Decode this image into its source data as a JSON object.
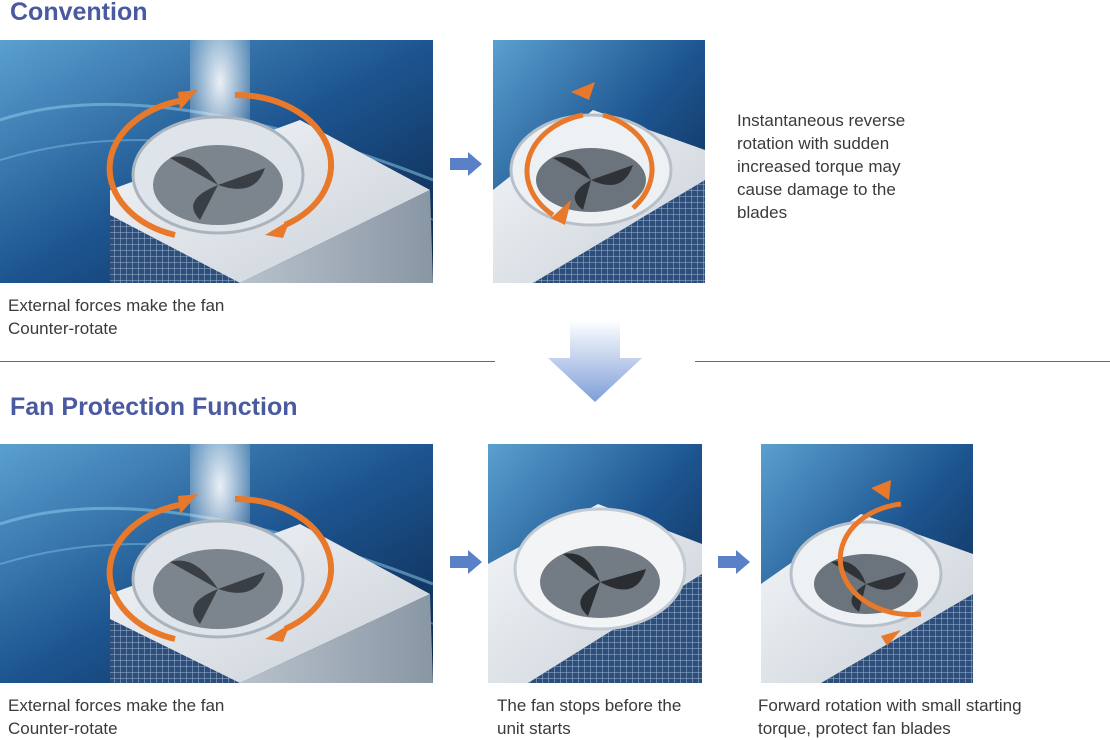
{
  "sections": {
    "convention_title": "Convention",
    "protection_title": "Fan Protection Function"
  },
  "captions": {
    "convention_1": [
      "External forces make the fan",
      "Counter-rotate"
    ],
    "convention_2": [
      "Instantaneous reverse",
      "rotation with sudden",
      "increased torque may",
      "cause damage to the",
      "blades"
    ],
    "protection_1": [
      "External forces make the fan",
      "Counter-rotate"
    ],
    "protection_2": [
      "The fan stops before the",
      "unit starts"
    ],
    "protection_3": [
      "Forward rotation with small starting",
      "torque, protect fan blades"
    ]
  },
  "colors": {
    "heading": "#4a5aa0",
    "rotation_arrow": "#e8782a",
    "step_arrow": "#5a80c8",
    "down_arrow": "#8aa6dc",
    "background_dark": "#0c2c58",
    "background_light": "#3f86c0"
  },
  "icons": {
    "rotation_arrow": "circular-rotation-arrow-icon",
    "step_arrow": "right-arrow-icon",
    "down_arrow": "down-arrow-icon"
  }
}
